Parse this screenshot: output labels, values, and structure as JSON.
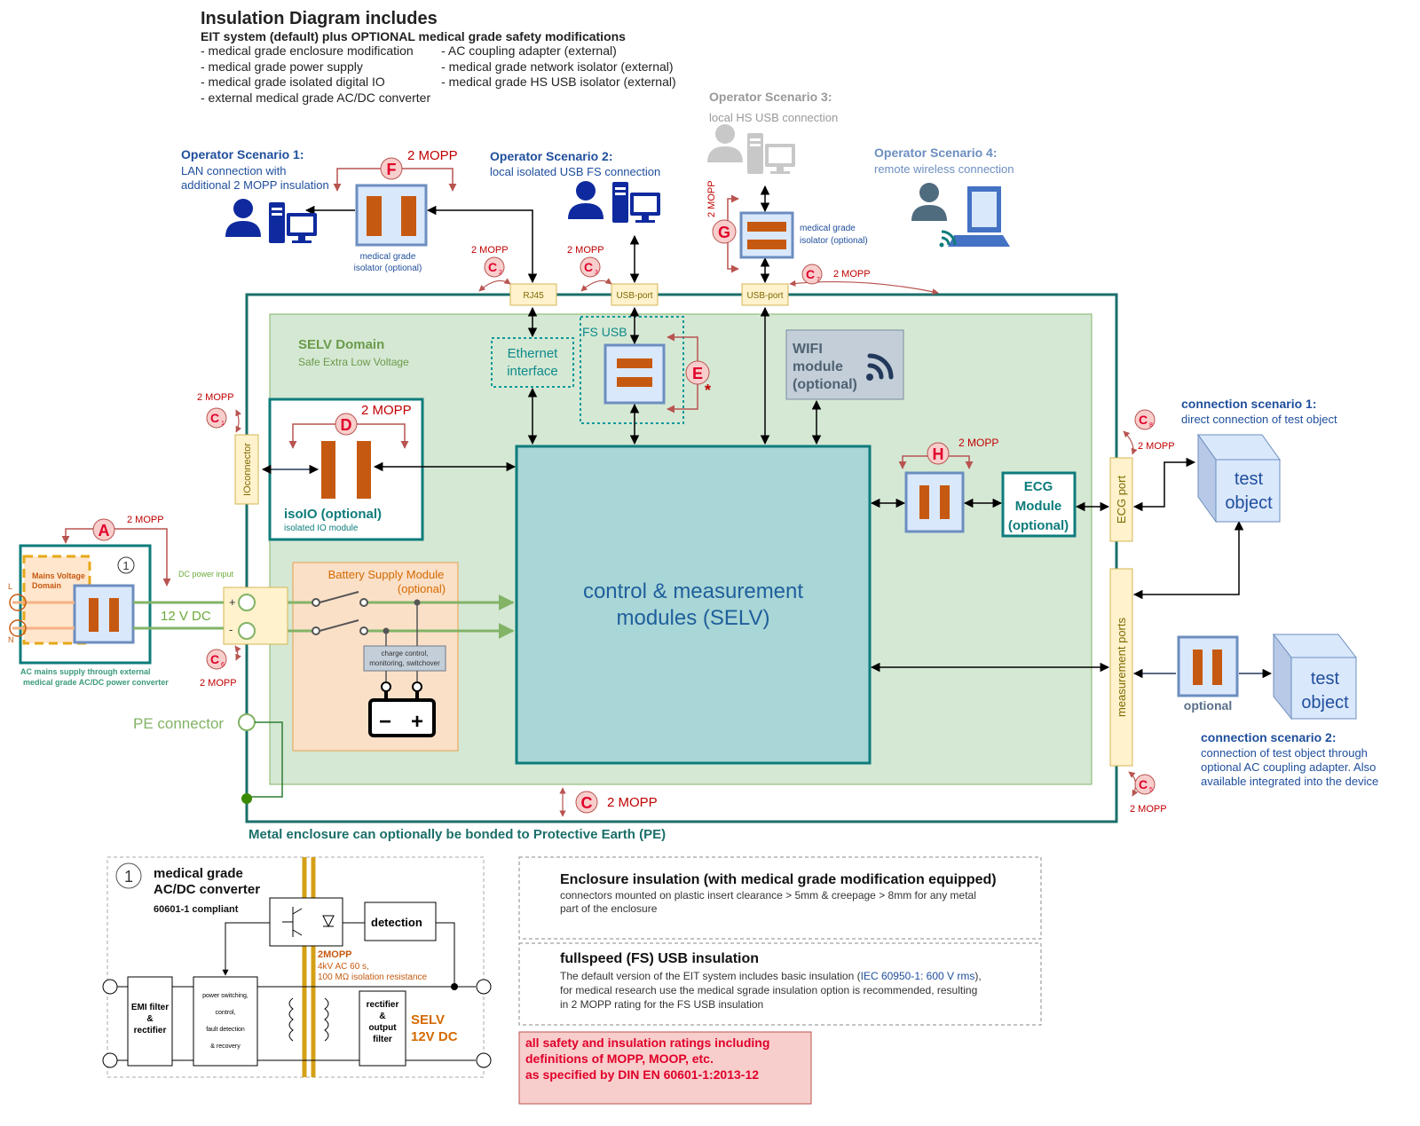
{
  "header": {
    "title": "Insulation Diagram includes",
    "subtitle": "EIT system (default) plus OPTIONAL medical grade safety modifications",
    "left_items": [
      "- medical grade enclosure modification",
      "- medical grade power supply",
      "- medical grade isolated digital IO",
      "- external medical grade AC/DC converter"
    ],
    "right_items": [
      "- AC coupling adapter (external)",
      "- medical grade network isolator (external)",
      "- medical grade HS USB isolator (external)"
    ]
  },
  "scenarios": {
    "op1_title": "Operator Scenario 1:",
    "op1_line1": "LAN connection with",
    "op1_line2": "additional 2 MOPP insulation",
    "op2_title": "Operator Scenario 2:",
    "op2_line1": "local isolated USB FS connection",
    "op3_title": "Operator Scenario 3:",
    "op3_line1": "local HS USB connection",
    "op4_title": "Operator Scenario 4:",
    "op4_line1": "remote wireless connection",
    "cs1_title": "connection scenario 1:",
    "cs1_line1": "direct connection of test object",
    "cs2_title": "connection scenario 2:",
    "cs2_line1": "connection of test object through",
    "cs2_line2": "optional AC coupling adapter. Also",
    "cs2_line3": "available integrated into the device"
  },
  "labels": {
    "mopp": "2 MOPP",
    "iso_l1": "medical grade",
    "iso_l2": "isolator (optional)",
    "rj45": "RJ45",
    "usb_port": "USB-port",
    "selv_title": "SELV Domain",
    "selv_sub": "Safe Extra Low Voltage",
    "eth_l1": "Ethernet",
    "eth_l2": "interface",
    "fs_usb": "FS USB",
    "wifi_l1": "WIFI",
    "wifi_l2": "module",
    "wifi_l3": "(optional)",
    "ioconnector": "IOconnector",
    "isoio": "isoIO (optional)",
    "isoio_sub": "isolated IO module",
    "control_l1": "control & measurement",
    "control_l2": "modules (SELV)",
    "ecg_l1": "ECG",
    "ecg_l2": "Module",
    "ecg_l3": "(optional)",
    "ecg_port": "ECG port",
    "meas_ports": "measurement ports",
    "test_l1": "test",
    "test_l2": "object",
    "optional": "optional",
    "battery_l1": "Battery Supply Module",
    "battery_l2": "(optional)",
    "charge_l1": "charge control,",
    "charge_l2": "monitoring, switchover",
    "dc_input": "DC power input",
    "v12": "12 V DC",
    "mains_l1": "Mains Voltage",
    "mains_l2": "Domain",
    "ac_l1": "AC mains supply through external",
    "ac_l2": "medical grade AC/DC power converter",
    "pe": "PE connector",
    "enclosure": "Metal enclosure can optionally be bonded to Protective Earth (PE)",
    "L": "L",
    "N": "N",
    "plus": "+",
    "minus": "-",
    "circ1": "1",
    "star": "*",
    "bat_minus": "−",
    "bat_plus": "+"
  },
  "markers": [
    "A",
    "C",
    "D",
    "E",
    "F",
    "G",
    "H"
  ],
  "c_subs": [
    "1",
    "2",
    "3",
    "5",
    "6",
    "7",
    "8",
    "x"
  ],
  "converter": {
    "title1": "medical grade",
    "title2": "AC/DC converter",
    "compliance": "60601-1 compliant",
    "emi_l1": "EMI filter",
    "emi_l2": "&",
    "emi_l3": "rectifier",
    "ps_l1": "power switching,",
    "ps_l2": "control,",
    "ps_l3": "fault detection",
    "ps_l4": "& recovery",
    "detection": "detection",
    "iso_l1": "2MOPP",
    "iso_l2": "4kV AC 60 s,",
    "iso_l3": "100 MΩ isolation resistance",
    "rect_l1": "rectifier",
    "rect_l2": "&",
    "rect_l3": "output",
    "rect_l4": "filter",
    "selv_l1": "SELV",
    "selv_l2": "12V DC"
  },
  "notes": {
    "cx_title": "Enclosure insulation (with medical grade modification equipped)",
    "cx_l1": "connectors mounted on plastic insert clearance > 5mm & creepage > 8mm for any metal",
    "cx_l2": "part of the enclosure",
    "f_title": "fullspeed (FS) USB insulation",
    "f_l1a": "The default version of the EIT system includes basic insulation (",
    "f_l1b": "IEC 60950-1: 600 V rms",
    "f_l1c": "),",
    "f_l2": "for medical research use the medical sgrade insulation option is recommended, resulting",
    "f_l3": "in 2 MOPP rating for the FS USB insulation",
    "din_l1": "all safety and insulation ratings including",
    "din_l2": "definitions of MOPP, MOOP, etc.",
    "din_l3": "as specified by DIN EN 60601-1:2013-12"
  },
  "colors": {
    "teal": "#1b7f7a",
    "selv_fill": "#d5e8d4",
    "control_fill": "#a9d6d6",
    "red": "#c00000",
    "marker_fill": "#f8cecc",
    "orange": "#c55a11",
    "blue": "#1f4e9c",
    "green_line": "#82b366",
    "port_fill": "#fff2cc",
    "battery_fill": "#fbe0c8"
  },
  "icons": [
    "user-icon",
    "computer-icon",
    "laptop-icon",
    "wifi-icon",
    "battery-icon",
    "switch-icon",
    "transformer-icon",
    "optocoupler-icon"
  ]
}
